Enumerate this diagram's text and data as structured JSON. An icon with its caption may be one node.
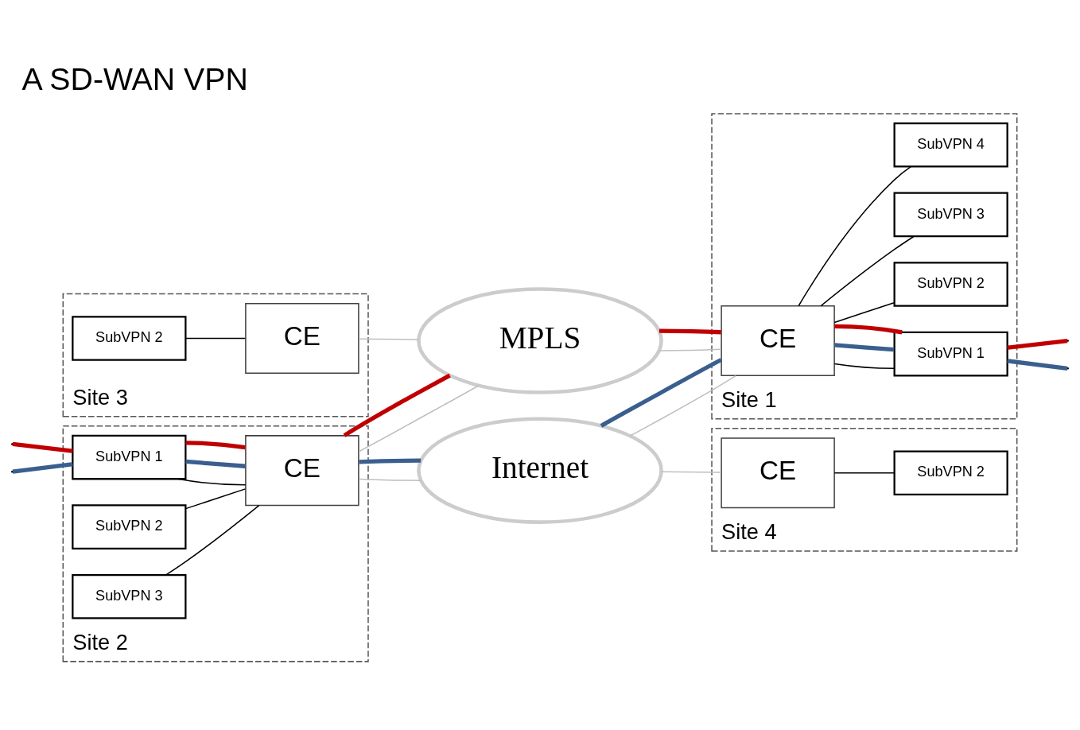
{
  "diagram": {
    "title": "A SD-WAN VPN",
    "nodes": [
      {
        "text": [
          "Site 3"
        ]
      },
      {
        "text": [
          "SubVPN 2"
        ],
        "in": 0
      },
      {
        "text": [
          "CE"
        ],
        "in": 0
      },
      {
        "text": [
          "Site 2"
        ]
      },
      {
        "text": [
          "SubVPN 1"
        ],
        "in": 3
      },
      {
        "text": [
          "SubVPN 2"
        ],
        "in": 3
      },
      {
        "text": [
          "SubVPN 3"
        ],
        "in": 3
      },
      {
        "text": [
          "CE"
        ],
        "in": 3
      },
      {
        "text": [
          "MPLS"
        ]
      },
      {
        "text": [
          "Site 1"
        ]
      },
      {
        "text": [
          "CE"
        ],
        "in": 9
      },
      {
        "text": [
          "SubVPN 1"
        ],
        "in": 9
      },
      {
        "text": [
          "SubVPN 2"
        ],
        "in": 9
      },
      {
        "text": [
          "SubVPN 3"
        ],
        "in": 9
      },
      {
        "text": [
          "SubVPN 4"
        ],
        "in": 9
      },
      {
        "text": [
          "Internet"
        ]
      },
      {
        "text": [
          "Site 4"
        ]
      },
      {
        "text": [
          "CE"
        ],
        "in": 16
      },
      {
        "text": [
          "SubVPN 2"
        ],
        "in": 16
      }
    ],
    "edges": [
      {
        "from": 1,
        "to": 2,
        "arrow": "none"
      },
      {
        "from": 2,
        "to": 8,
        "arrow": "none",
        "color": "#bfbfbf"
      },
      {
        "from": 4,
        "to": 7,
        "arrow": "none"
      },
      {
        "from": 5,
        "to": 7,
        "arrow": "none"
      },
      {
        "from": 6,
        "to": 7,
        "arrow": "none"
      },
      {
        "from": 7,
        "to": 8,
        "arrow": "none",
        "color": "#bfbfbf"
      },
      {
        "from": 7,
        "to": 15,
        "arrow": "none",
        "color": "#bfbfbf"
      },
      {
        "from": 8,
        "to": 10,
        "arrow": "none",
        "color": "#bfbfbf"
      },
      {
        "from": 15,
        "to": 10,
        "arrow": "none",
        "color": "#bfbfbf"
      },
      {
        "from": 10,
        "to": 11,
        "arrow": "none"
      },
      {
        "from": 10,
        "to": 12,
        "arrow": "none"
      },
      {
        "from": 10,
        "to": 13,
        "arrow": "none"
      },
      {
        "from": 10,
        "to": 14,
        "arrow": "none"
      },
      {
        "from": 15,
        "to": 17,
        "arrow": "none",
        "color": "#bfbfbf"
      },
      {
        "from": 17,
        "to": 18,
        "arrow": "none"
      },
      {
        "from": null,
        "to": 4,
        "arrow": "none",
        "style": "thick",
        "color": "#3a5f8f"
      },
      {
        "from": 4,
        "to": 7,
        "arrow": "none",
        "style": "thick",
        "color": "#3a5f8f"
      },
      {
        "from": 7,
        "to": 15,
        "arrow": "none",
        "style": "thick",
        "color": "#3a5f8f"
      },
      {
        "from": 15,
        "to": 10,
        "arrow": "none",
        "style": "thick",
        "color": "#3a5f8f"
      },
      {
        "from": 10,
        "to": 11,
        "arrow": "none",
        "style": "thick",
        "color": "#3a5f8f"
      },
      {
        "from": 11,
        "to": null,
        "arrow": "none",
        "style": "thick",
        "color": "#3a5f8f"
      },
      {
        "from": null,
        "to": 4,
        "arrow": "none",
        "style": "thick",
        "color": "#c00000"
      },
      {
        "from": 4,
        "to": 7,
        "arrow": "none",
        "style": "thick",
        "color": "#c00000"
      },
      {
        "from": 7,
        "to": 8,
        "arrow": "none",
        "style": "thick",
        "color": "#c00000"
      },
      {
        "from": 8,
        "to": 10,
        "arrow": "none",
        "style": "thick",
        "color": "#c00000"
      },
      {
        "from": 10,
        "to": 11,
        "arrow": "none",
        "style": "thick",
        "color": "#c00000"
      },
      {
        "from": 11,
        "to": null,
        "arrow": "none",
        "style": "thick",
        "color": "#c00000"
      }
    ]
  }
}
